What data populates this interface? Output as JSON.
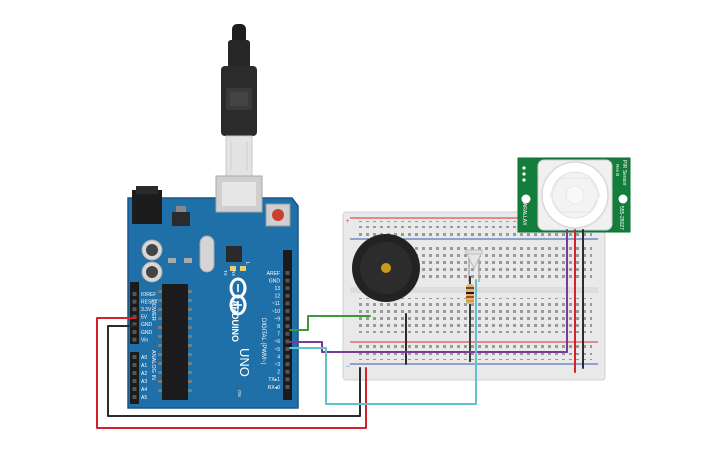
{
  "colors": {
    "board": "#1f6fa8",
    "board_dark": "#1a5e8f",
    "breadboard": "#e9e9e9",
    "rail_red": "#d9302c",
    "rail_blue": "#2a5fb0",
    "wire_red": "#d2232a",
    "wire_black": "#2b2b2b",
    "wire_green": "#3d9a3a",
    "wire_purple": "#7a3b96",
    "wire_cyan": "#5fc2cc",
    "pir_board": "#137d3c",
    "buzzer": "#222222"
  },
  "arduino": {
    "logo_text": "ARDUINO",
    "model": "UNO",
    "digital_label": "DIGITAL (PWM~)",
    "power_label": "POWER",
    "analog_label": "ANALOG IN",
    "tx_label": "TX",
    "rx_label": "RX",
    "on_label": "ON",
    "l_label": "L",
    "power_pins": [
      "IOREF",
      "RESET",
      "3.3V",
      "5V",
      "GND",
      "GND",
      "Vin"
    ],
    "analog_pins": [
      "A0",
      "A1",
      "A2",
      "A3",
      "A4",
      "A5"
    ],
    "digital_pins": [
      "AREF",
      "GND",
      "13",
      "12",
      "~11",
      "~10",
      "~9",
      "8",
      "7",
      "~6",
      "~5",
      "4",
      "~3",
      "2",
      "TX▸1",
      "RX◂0"
    ]
  },
  "pir": {
    "brand": "PARALLAX",
    "model": "555-28027",
    "title": "PIR Sensor",
    "rev": "Rev B"
  },
  "icons": [
    "usb-cable-icon",
    "buzzer-icon",
    "led-icon",
    "resistor-icon",
    "pir-dome-icon"
  ]
}
